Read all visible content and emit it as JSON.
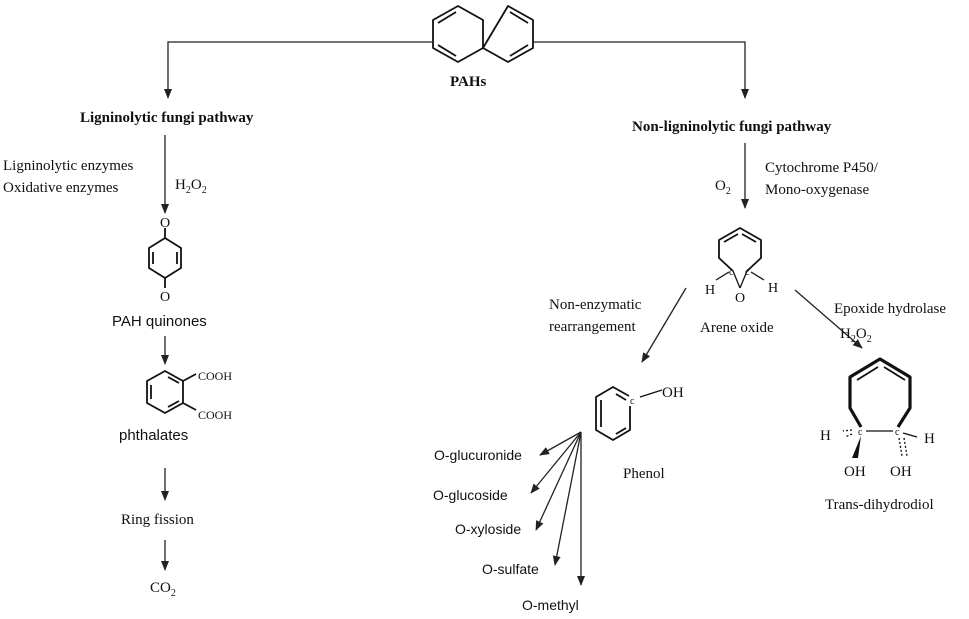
{
  "root": {
    "label": "PAHs"
  },
  "left_pathway": {
    "title": "Ligninolytic fungi pathway",
    "enzymes": [
      "Ligninolytic enzymes",
      "Oxidative enzymes"
    ],
    "cofactor": "H",
    "cofactor_sub1": "2",
    "cofactor_mid": "O",
    "cofactor_sub2": "2",
    "quinone_atom_top": "O",
    "quinone_atom_bottom": "O",
    "step1": "PAH quinones",
    "phthalate_group_top": "COOH",
    "phthalate_group_bottom": "COOH",
    "step2": "phthalates",
    "step3": "Ring fission",
    "product": "CO",
    "product_sub": "2"
  },
  "right_pathway": {
    "title": "Non-ligninolytic fungi pathway",
    "enzyme_line1": "Cytochrome P450/",
    "enzyme_line2": "Mono-oxygenase",
    "cofactor": "O",
    "cofactor_sub": "2",
    "arene_oxide": {
      "atom_h_left": "H",
      "atom_h_right": "H",
      "atom_c_left": "c",
      "atom_c_right": "c",
      "atom_o": "O",
      "label": "Arene oxide"
    },
    "left_branch": {
      "line1": "Non-enzymatic",
      "line2": "rearrangement",
      "phenol_c": "c",
      "phenol_oh": "OH",
      "product": "Phenol",
      "conjugates": [
        "O-glucuronide",
        "O-glucoside",
        "O-xyloside",
        "O-sulfate",
        "O-methyl"
      ]
    },
    "right_branch": {
      "enzyme": "Epoxide hydrolase",
      "cofactor": "H",
      "cofactor_sub1": "2",
      "cofactor_mid": "O",
      "cofactor_sub2": "2",
      "atom_h_left": "H",
      "atom_h_right": "H",
      "atom_c_left": "c",
      "atom_c_right": "c",
      "oh_left": "OH",
      "oh_right": "OH",
      "product": "Trans-dihydrodiol"
    }
  }
}
